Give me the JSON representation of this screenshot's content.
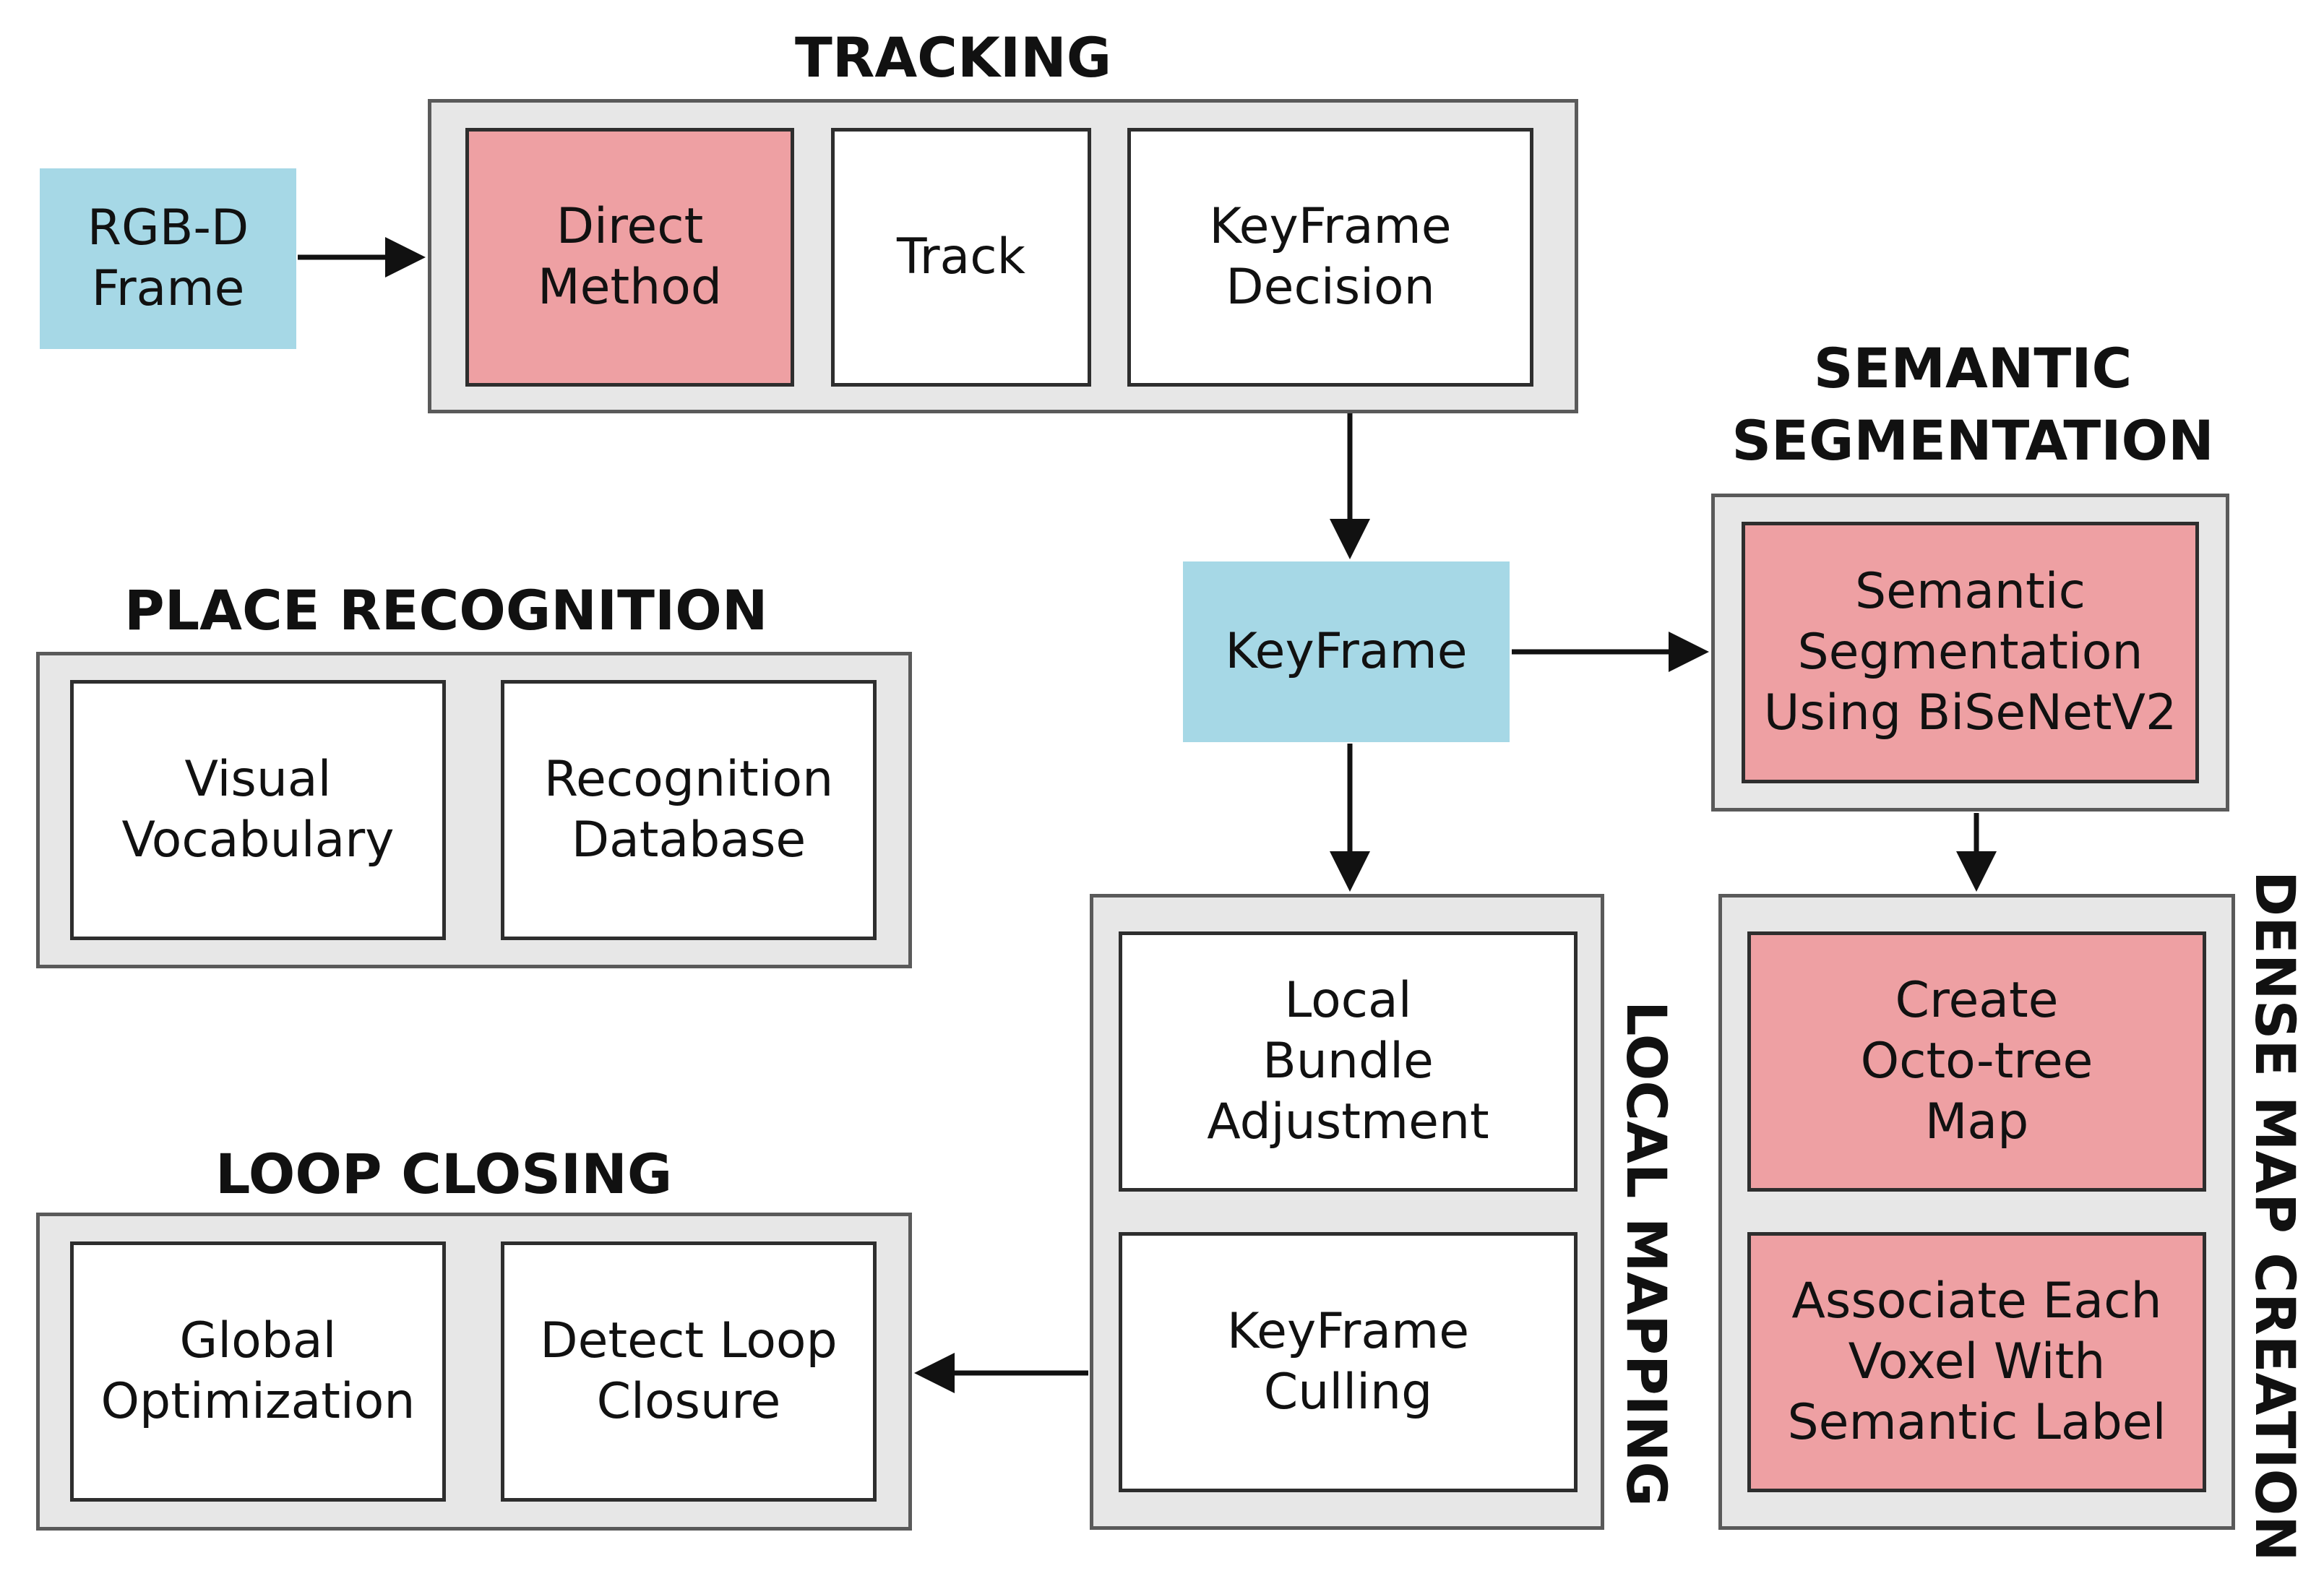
{
  "colors": {
    "input_box": "#a6d8e6",
    "modified_module": "#eea0a3",
    "module": "#ffffff",
    "group_background": "#e7e7e7",
    "arrow": "#111111"
  },
  "inputs": {
    "rgbd_frame": "RGB-D\nFrame",
    "keyframe": "KeyFrame"
  },
  "tracking": {
    "title": "TRACKING",
    "direct_method": "Direct\nMethod",
    "track": "Track",
    "keyframe_decision": "KeyFrame\nDecision"
  },
  "semantic_segmentation": {
    "title": "SEMANTIC\nSEGMENTATION",
    "module": "Semantic\nSegmentation\nUsing BiSeNetV2"
  },
  "place_recognition": {
    "title": "PLACE RECOGNITION",
    "visual_vocabulary": "Visual\nVocabulary",
    "recognition_database": "Recognition\nDatabase"
  },
  "local_mapping": {
    "title": "LOCAL MAPPING",
    "local_bundle_adjustment": "Local\nBundle\nAdjustment",
    "keyframe_culling": "KeyFrame\nCulling"
  },
  "loop_closing": {
    "title": "LOOP CLOSING",
    "global_optimization": "Global\nOptimization",
    "detect_loop_closure": "Detect Loop\nClosure"
  },
  "dense_map_creation": {
    "title": "DENSE MAP CREATION",
    "create_octo_tree_map": "Create\nOcto-tree\nMap",
    "associate_voxel": "Associate Each\nVoxel With\nSemantic Label"
  }
}
